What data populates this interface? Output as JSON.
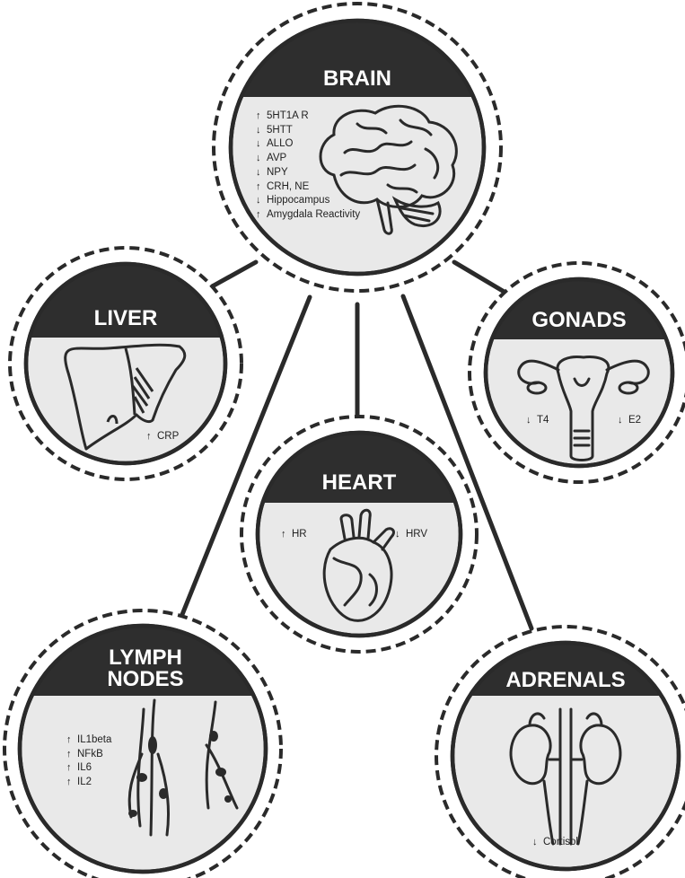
{
  "brain": {
    "title": "BRAIN",
    "markers": [
      {
        "arrow": "up",
        "label": "5HT1A R"
      },
      {
        "arrow": "down",
        "label": "5HTT"
      },
      {
        "arrow": "down",
        "label": "ALLO"
      },
      {
        "arrow": "down",
        "label": "AVP"
      },
      {
        "arrow": "down",
        "label": "NPY"
      },
      {
        "arrow": "up",
        "label": "CRH, NE"
      },
      {
        "arrow": "down",
        "label": "Hippocampus"
      },
      {
        "arrow": "up",
        "label": "Amygdala Reactivity"
      }
    ]
  },
  "liver": {
    "title": "LIVER",
    "marker": {
      "arrow": "up",
      "label": "CRP"
    }
  },
  "gonads": {
    "title": "GONADS",
    "left_marker": {
      "arrow": "down",
      "label": "T4"
    },
    "right_marker": {
      "arrow": "down",
      "label": "E2"
    }
  },
  "heart": {
    "title": "HEART",
    "left_marker": {
      "arrow": "up",
      "label": "HR"
    },
    "right_marker": {
      "arrow": "down",
      "label": "HRV"
    }
  },
  "lymph": {
    "title_line1": "LYMPH",
    "title_line2": "NODES",
    "markers": [
      {
        "arrow": "up",
        "label": "IL1beta"
      },
      {
        "arrow": "up",
        "label": "NFkB"
      },
      {
        "arrow": "up",
        "label": "IL6"
      },
      {
        "arrow": "up",
        "label": "IL2"
      }
    ]
  },
  "adrenals": {
    "title": "ADRENALS",
    "marker": {
      "arrow": "down",
      "label": "Cortisol"
    }
  },
  "arrows": {
    "up": "↑",
    "down": "↓"
  },
  "colors": {
    "band": "#2e2e2e",
    "fill": "#e9e9e9",
    "ring": "#2a2a2a",
    "connector": "#2a2a2a"
  }
}
